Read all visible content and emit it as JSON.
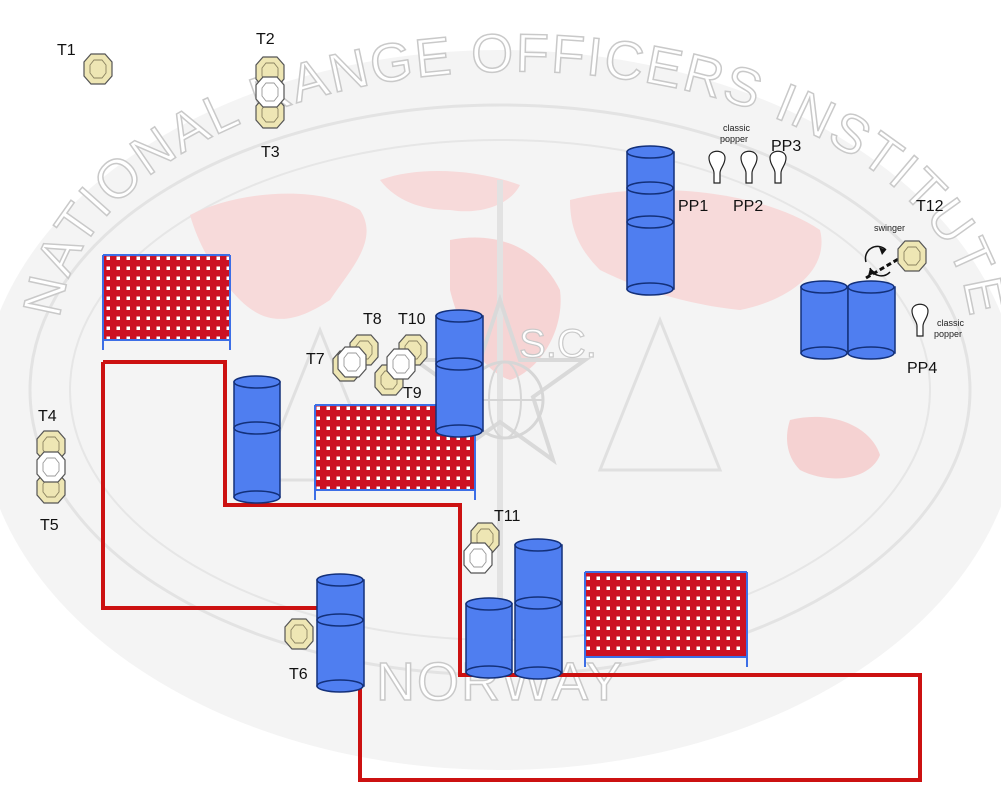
{
  "watermark": {
    "arc_text": "NATIONAL RANGE OFFICERS INSTITUTE",
    "center_text": "S.C.",
    "bottom_text": "NORWAY"
  },
  "targets": {
    "t1": "T1",
    "t2": "T2",
    "t3": "T3",
    "t4": "T4",
    "t5": "T5",
    "t6": "T6",
    "t7": "T7",
    "t8": "T8",
    "t9": "T9",
    "t10": "T10",
    "t11": "T11",
    "t12": "T12"
  },
  "poppers": {
    "pp1": "PP1",
    "pp2": "PP2",
    "pp3": "PP3",
    "pp4": "PP4",
    "classic_line1": "classic",
    "classic_line2": "popper",
    "swinger": "swinger"
  },
  "colors": {
    "fault_line": "#cc1111",
    "barrel_fill": "#4f7ef0",
    "barrel_stroke": "#13307a",
    "wall_red": "#cc1123",
    "wall_frame": "#3c6ee6",
    "target_fill": "#eee6b4",
    "target_stroke": "#555555",
    "noshoot_fill": "#ffffff"
  }
}
